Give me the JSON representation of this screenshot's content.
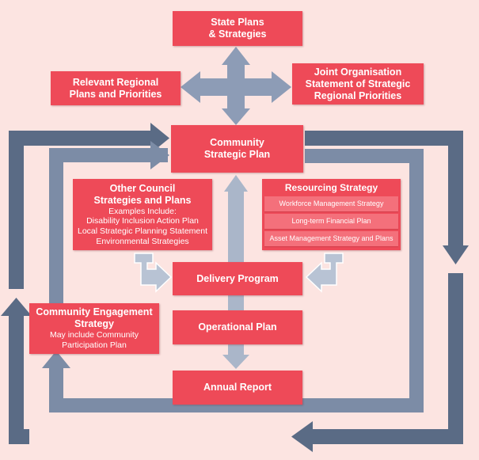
{
  "diagram": {
    "state_plans": [
      "State Plans",
      "& Strategies"
    ],
    "regional_plans": [
      "Relevant Regional",
      "Plans and Priorities"
    ],
    "joint_org": [
      "Joint Organisation",
      "Statement of Strategic",
      "Regional Priorities"
    ],
    "community_plan": [
      "Community",
      "Strategic Plan"
    ],
    "other_council": {
      "title": [
        "Other Council",
        "Strategies and Plans"
      ],
      "examples": [
        "Examples Include:",
        "Disability Inclusion Action Plan",
        "Local Strategic Planning Statement",
        "Environmental Strategies"
      ]
    },
    "resourcing": {
      "title": "Resourcing Strategy",
      "items": [
        "Workforce Management Strategy",
        "Long-term Financial Plan",
        "Asset Management Strategy and Plans"
      ]
    },
    "delivery_program": "Delivery Program",
    "operational_plan": "Operational Plan",
    "annual_report": "Annual Report",
    "engagement": {
      "title": [
        "Community Engagement",
        "Strategy"
      ],
      "sub": [
        "May include Community",
        "Participation Plan"
      ]
    }
  },
  "colors": {
    "background": "#fce4e1",
    "box": "#ee4a58",
    "box_light": "#f4707b",
    "arrow_dark": "#5a6b85",
    "arrow_mid": "#7c8ca6",
    "arrow_light": "#aab6c9"
  }
}
